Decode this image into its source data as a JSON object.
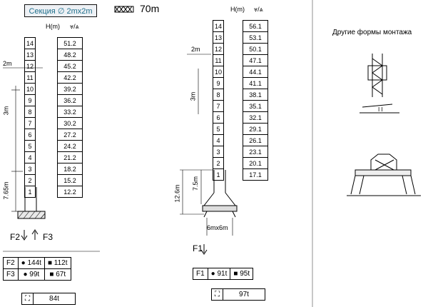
{
  "header": {
    "section_label": "Секция ∅ 2mx2m",
    "height_label": "70m",
    "hook_height_header": "H(m)"
  },
  "left_tower": {
    "sections": [
      "14",
      "13",
      "12",
      "11",
      "10",
      "9",
      "8",
      "7",
      "6",
      "5",
      "4",
      "3",
      "2",
      "1"
    ],
    "heights": [
      "51.2",
      "48.2",
      "45.2",
      "42.2",
      "39.2",
      "36.2",
      "33.2",
      "30.2",
      "27.2",
      "24.2",
      "21.2",
      "18.2",
      "15.2",
      "12.2"
    ],
    "dim_2m": "2m",
    "dim_3m": "3m",
    "dim_base": "7.65m",
    "forces_label_f2": "F2",
    "forces_label_f3": "F3",
    "loads": [
      {
        "name": "F2",
        "v1": "144t",
        "v2": "112t"
      },
      {
        "name": "F3",
        "v1": "99t",
        "v2": "67t"
      }
    ],
    "weight": "84t"
  },
  "middle_tower": {
    "sections": [
      "14",
      "13",
      "12",
      "11",
      "10",
      "9",
      "8",
      "7",
      "6",
      "5",
      "4",
      "3",
      "2",
      "1"
    ],
    "heights": [
      "56.1",
      "53.1",
      "50.1",
      "47.1",
      "44.1",
      "41.1",
      "38.1",
      "35.1",
      "32.1",
      "29.1",
      "26.1",
      "23.1",
      "20.1",
      "17.1"
    ],
    "dim_2m": "2m",
    "dim_3m": "3m",
    "dim_75": "7.5m",
    "dim_126": "12.6m",
    "base_dim": "6mx6m",
    "force_label": "F1",
    "loads": [
      {
        "name": "F1",
        "v1": "91t",
        "v2": "95t"
      }
    ],
    "weight": "97t"
  },
  "right_panel": {
    "title": "Другие формы монтажа"
  }
}
